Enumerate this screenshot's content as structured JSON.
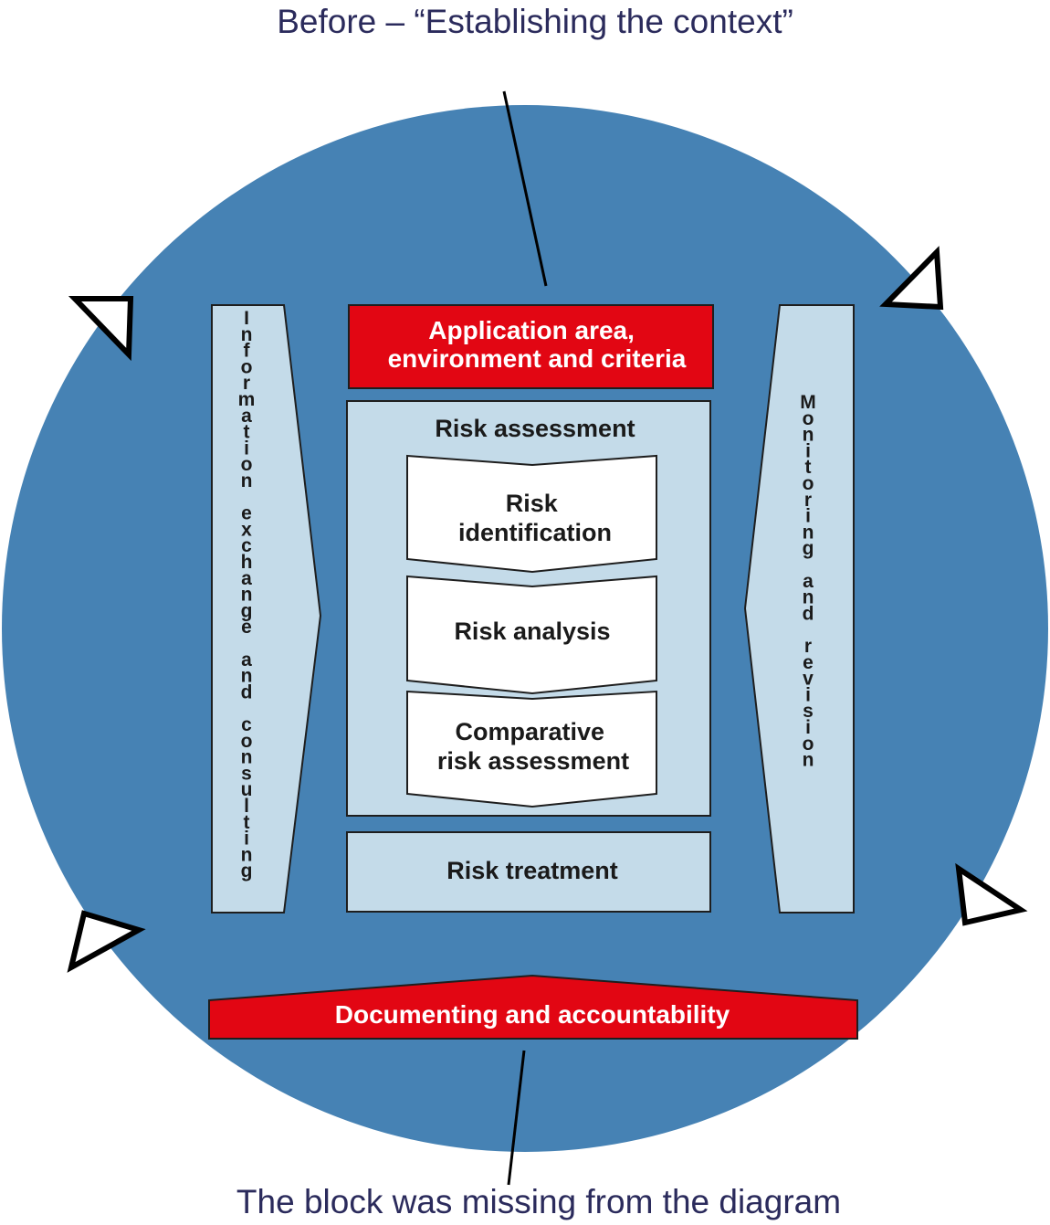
{
  "captions": {
    "top": "Before – “Establishing the context”",
    "bottom": "The block was missing from the diagram"
  },
  "blocks": {
    "application_area": [
      "Application area,",
      "environment and criteria"
    ],
    "risk_assessment": "Risk assessment",
    "risk_identification": [
      "Risk",
      "identification"
    ],
    "risk_analysis": "Risk analysis",
    "comparative_risk_assessment": [
      "Comparative",
      "risk assessment"
    ],
    "risk_treatment": "Risk treatment",
    "documenting": "Documenting and accountability"
  },
  "side_panels": {
    "left": "Information exchange and consulting",
    "right": "Monitoring and revision"
  },
  "colors": {
    "circle": "#4682b4",
    "light_panel": "#c4dbe9",
    "red": "#e20613",
    "caption_text": "#2b2b5c"
  }
}
